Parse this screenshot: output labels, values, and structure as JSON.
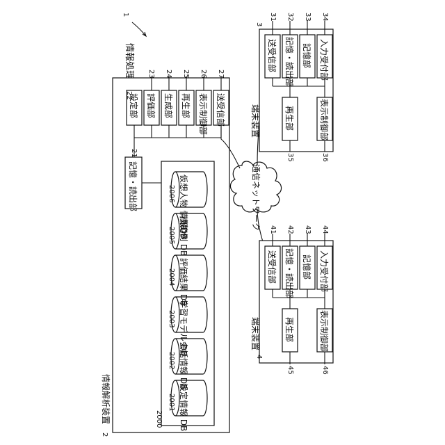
{
  "system": {
    "title": "情報処理装置",
    "ref": "1"
  },
  "analyzer": {
    "title": "情報解析装置",
    "ref": "2",
    "modules": [
      {
        "label": "設定部",
        "ref": "22"
      },
      {
        "label": "評価部",
        "ref": "23"
      },
      {
        "label": "生成部",
        "ref": "24"
      },
      {
        "label": "再生部",
        "ref": "25"
      },
      {
        "label": "表示制御部",
        "ref": "26"
      },
      {
        "label": "送受信部",
        "ref": "27"
      }
    ],
    "reader": {
      "label": "記憶・読出部",
      "ref": "21"
    },
    "storage": {
      "ref": "2000",
      "databases": [
        {
          "label": "設定情報 DB",
          "ref": "2001"
        },
        {
          "label": "会話情報 DB",
          "ref": "2002"
        },
        {
          "label": "学習モデル DB",
          "ref": "2003"
        },
        {
          "label": "評価結果 DB",
          "ref": "2004"
        },
        {
          "label": "模範例 DB",
          "ref": "2005"
        },
        {
          "label": "仮想人物 情報DB",
          "ref": "2006"
        }
      ]
    }
  },
  "network": {
    "label": "通信ネットワーク"
  },
  "terminal_a": {
    "title": "端末装置",
    "ref": "3",
    "top_modules": [
      {
        "label": "送受信部",
        "ref": "31"
      },
      {
        "label": "記憶・読出部",
        "ref": "32"
      },
      {
        "label": "記憶部",
        "ref": "33"
      },
      {
        "label": "入力受付部",
        "ref": "34"
      }
    ],
    "bottom_modules": [
      {
        "label": "再生部",
        "ref": "35"
      },
      {
        "label": "表示制御部",
        "ref": "36"
      }
    ]
  },
  "terminal_b": {
    "title": "端末装置",
    "ref": "4",
    "top_modules": [
      {
        "label": "送受信部",
        "ref": "41"
      },
      {
        "label": "記憶・読出部",
        "ref": "42"
      },
      {
        "label": "記憶部",
        "ref": "43"
      },
      {
        "label": "入力受付部",
        "ref": "44"
      }
    ],
    "bottom_modules": [
      {
        "label": "再生部",
        "ref": "45"
      },
      {
        "label": "表示制御部",
        "ref": "46"
      }
    ]
  }
}
